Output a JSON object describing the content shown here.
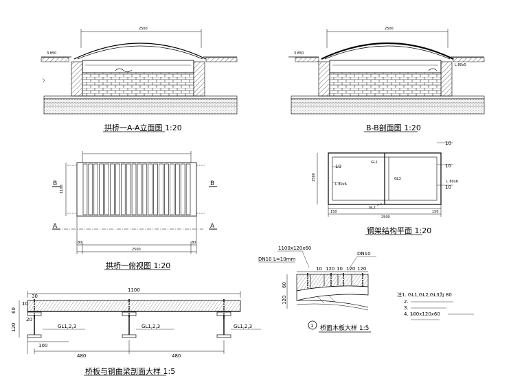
{
  "titles": {
    "elevation_aa": "拱桥一A-A立面图   1:20",
    "section_bb": "B-B剖面图   1:20",
    "plan_view": "拱桥一俯视图   1:20",
    "steel_plan": "钢架结构平面   1:20",
    "deck_detail": "桥面木板大样   1:5",
    "beam_section": "桥板与钢曲梁剖面大样   1:5"
  },
  "elevation_aa": {
    "width_dim": "2500",
    "level": "3.850"
  },
  "section_bb": {
    "width_dim": "2500",
    "steel_note": "L 80x5",
    "level": "3.850"
  },
  "plan_view": {
    "width_dim": "2500",
    "height_dim": "1100",
    "marker_b_left": "B",
    "marker_b_right": "B",
    "marker_a_left": "A",
    "marker_a_right": "A",
    "side_dim_left": "80",
    "side_dim_right": "80",
    "plank_count": 20
  },
  "steel_plan": {
    "width_dim": "2500",
    "height_dim": "1560",
    "gl1": "GL1",
    "gl2": "GL2",
    "gl3": "GL3",
    "dim_10_a": "10",
    "dim_10_b": "10",
    "dim_10_c": "10",
    "dim_10_d": "10",
    "angle_left": "L 80x6",
    "angle_right": "L 80x6",
    "edge_left": "150",
    "edge_right": "150"
  },
  "deck_detail": {
    "plank_spec": "1100x120x60",
    "bolt_left": "DN10",
    "bolt_left_len": "L=10mm",
    "bolt_right": "DN10",
    "spacings": [
      "10",
      "120",
      "10",
      "120",
      "120"
    ],
    "thick_60": "60",
    "thick_120": "120",
    "callout": "1"
  },
  "notes": {
    "line1": "注1. GL1,GL2,GL3为 80",
    "line2": "2.",
    "line3": "3.",
    "line4": "4.          100x120x60"
  },
  "beam_section": {
    "top_dim": "1100",
    "left_30": "30",
    "left_10": "10",
    "left_60": "60",
    "left_120": "120",
    "left_20": "20",
    "gl_left": "GL1,2,3",
    "gl_mid": "GL1,2,3",
    "gl_right": "GL1,2,3",
    "bottom_100": "100",
    "span_left": "480",
    "span_right": "480"
  }
}
